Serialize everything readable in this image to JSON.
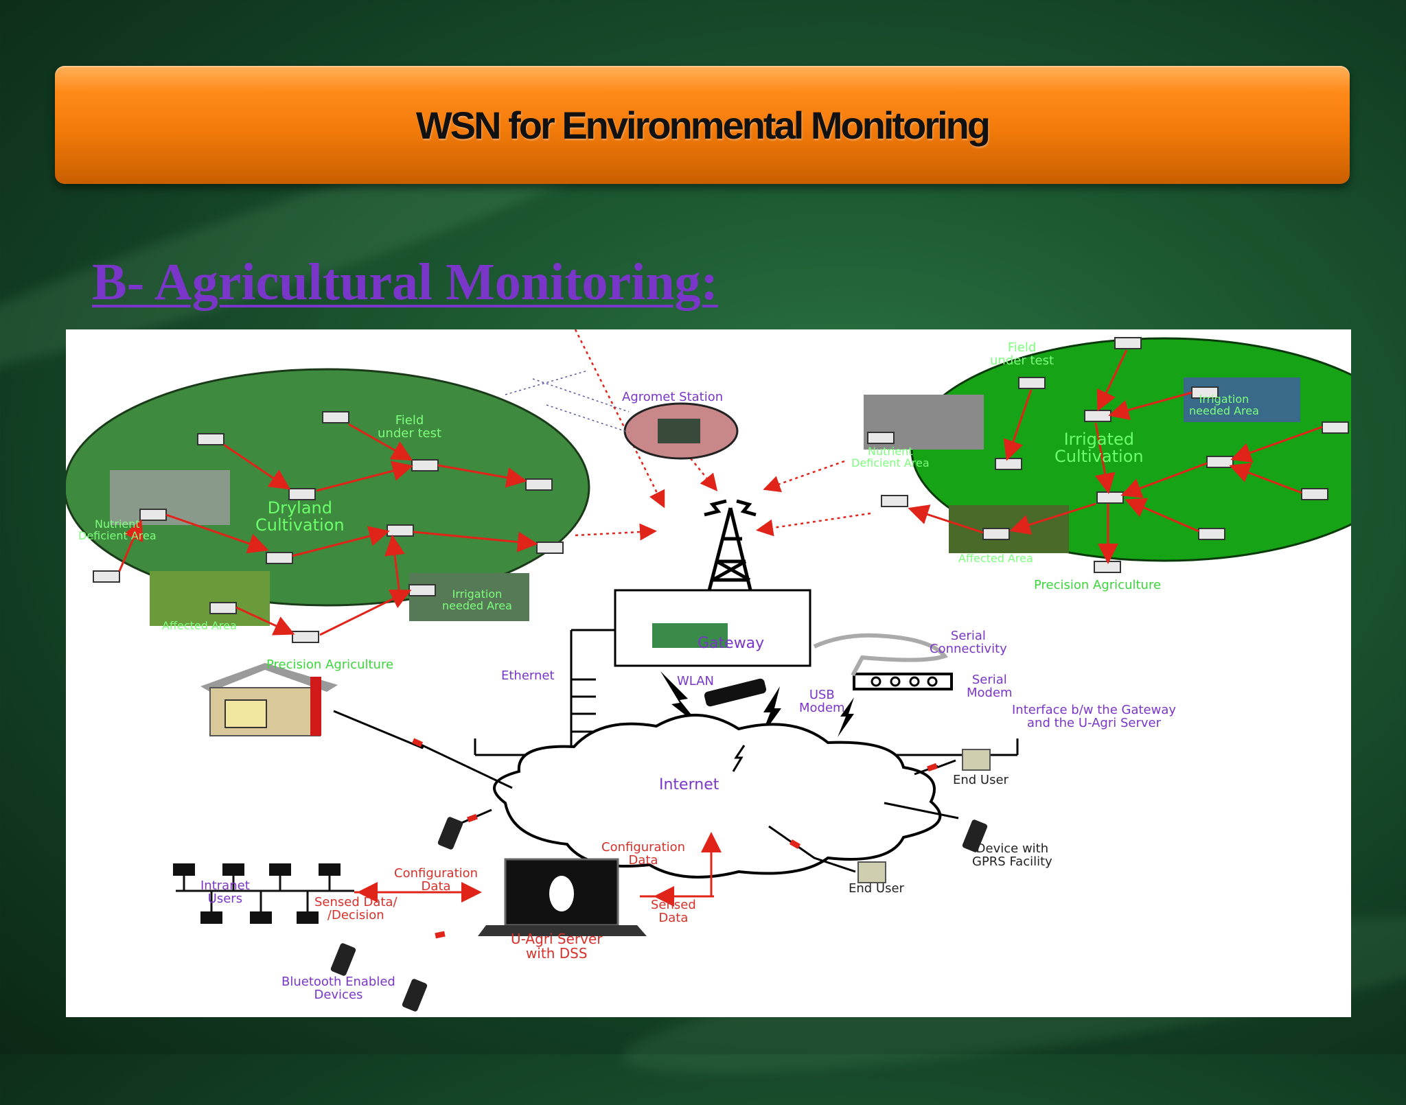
{
  "slide": {
    "title": "WSN for Environmental Monitoring",
    "subtitle": "B- Agricultural Monitoring:"
  },
  "diagram": {
    "left_field": {
      "field_under_test": "Field\nunder test",
      "cultivation": "Dryland\nCultivation",
      "nutrient": "Nutrient\nDeficient Area",
      "affected": "Affected Area",
      "irrigation": "Irrigation\nneeded Area",
      "caption": "Precision Agriculture"
    },
    "right_field": {
      "field_under_test": "Field\nunder test",
      "cultivation": "Irrigated\nCultivation",
      "nutrient": "Nutrient\nDeficient Area",
      "affected": "Affected Area",
      "irrigation": "Irrigation\nneeded Area",
      "caption": "Precision Agriculture"
    },
    "agromet_station": "Agromet Station",
    "gateway": "Gateway",
    "ethernet": "Ethernet",
    "wlan": "WLAN",
    "usb_modem": "USB\nModem",
    "serial_connectivity": "Serial\nConnectivity",
    "serial_modem": "Serial\nModem",
    "interface": "Interface b/w the Gateway\nand the U-Agri Server",
    "internet": "Internet",
    "end_user_1": "End User",
    "end_user_2": "End User",
    "gprs_device": "Device with\nGPRS Facility",
    "config_data_1": "Configuration\nData",
    "config_data_2": "Configuration\nData",
    "sensed_data": "Sensed\nData",
    "sensed_decision": "Sensed Data/\n/Decision",
    "intranet_users": "Intranet\nUsers",
    "server": "U-Agri Server\nwith DSS",
    "bluetooth": "Bluetooth Enabled\nDevices"
  },
  "colors": {
    "title_bar": "#f27a0a",
    "subtitle": "#7a36c9",
    "field_left": "#3e8a3e",
    "field_right": "#16a316",
    "link_red": "#e0241a",
    "label_purple": "#7a36c9"
  }
}
